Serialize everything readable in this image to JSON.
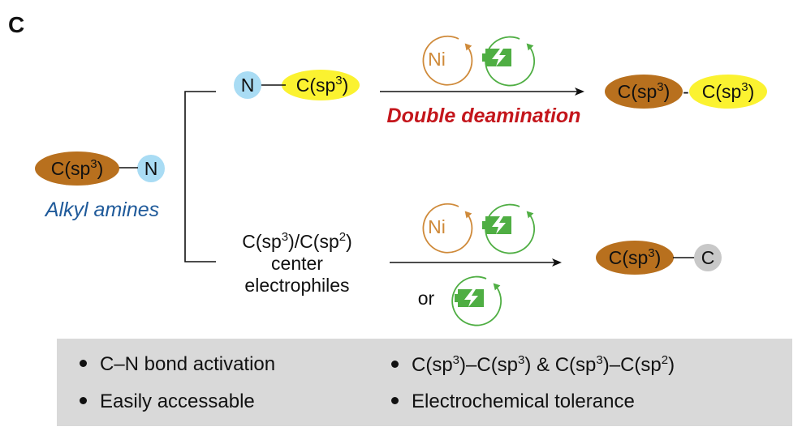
{
  "panel_label": "C",
  "colors": {
    "alkyl_brown": "#b8701e",
    "amine_blue": "#a9dcf4",
    "partner_yellow": "#fbf230",
    "carbon_gray": "#c8c8c8",
    "nickel_orange": "#cf8a3a",
    "electro_green": "#4fae43",
    "title_red": "#c4161c",
    "label_blue": "#1f5a9a",
    "summary_bg": "#d9d9d9"
  },
  "start": {
    "carbon": "C(sp",
    "carbon_sup": "3",
    "carbon_close": ")",
    "nitrogen": "N",
    "caption": "Alkyl amines"
  },
  "top": {
    "reagent_nitrogen": "N",
    "reagent_carbon": "C(sp",
    "reagent_carbon_sup": "3",
    "reagent_carbon_close": ")",
    "catalyst": "Ni",
    "catalyst_icon": "battery-icon",
    "title": "Double deamination",
    "product_left": "C(sp",
    "product_left_sup": "3",
    "product_left_close": ")",
    "product_dash": "-",
    "product_right": "C(sp",
    "product_right_sup": "3",
    "product_right_close": ")"
  },
  "bottom": {
    "reagent_line1_a": "C(sp",
    "reagent_line1_sup1": "3",
    "reagent_line1_b": ")/C(sp",
    "reagent_line1_sup2": "2",
    "reagent_line1_c": ")",
    "reagent_line2": "center",
    "reagent_line3": "electrophiles",
    "catalyst": "Ni",
    "catalyst_icon": "battery-icon",
    "or_label": "or",
    "product_carbon": "C(sp",
    "product_carbon_sup": "3",
    "product_carbon_close": ")",
    "product_partner": "C"
  },
  "summary": {
    "item1": "C–N bond activation",
    "item2": "Easily accessable",
    "item3_a": "C(sp",
    "item3_sup1": "3",
    "item3_b": ")–C(sp",
    "item3_sup2": "3",
    "item3_c": ") & C(sp",
    "item3_sup3": "3",
    "item3_d": ")–C(sp",
    "item3_sup4": "2",
    "item3_e": ")",
    "item4": "Electrochemical tolerance"
  }
}
